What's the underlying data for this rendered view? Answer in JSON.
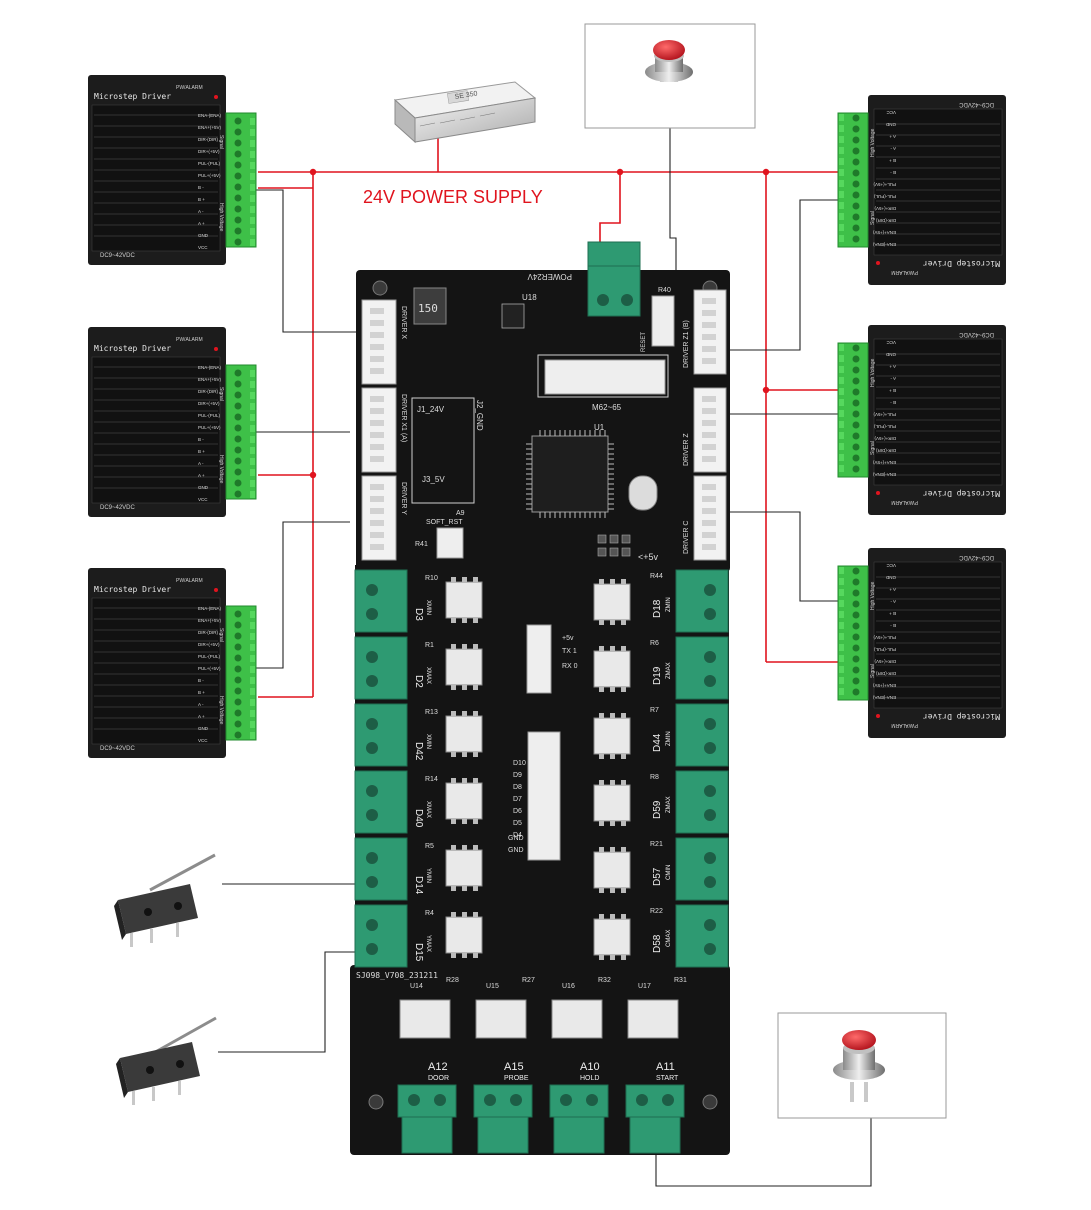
{
  "power_label": "24V POWER SUPPLY",
  "psu_text": "SE 350",
  "driver_module": {
    "title": "Microstep Driver",
    "alarm": "PW/ALARM",
    "model": "DC9~42VDC",
    "signal_group": "Signal",
    "hv_group": "High Voltage",
    "pins": [
      "ENA-(ENA)",
      "ENA+(+5V)",
      "DIR-(DIR)",
      "DIR+(+5V)",
      "PUL-(PUL)",
      "PUL+(+5V)",
      "B -",
      "B +",
      "A -",
      "A +",
      "GND",
      "VCC"
    ]
  },
  "board": {
    "power_conn": "POWER24V",
    "inductor": "150",
    "chip_u18": "U18",
    "u1": "U1",
    "m_label": "M62~65",
    "j1": "J1_24V",
    "j2": "J2_GND",
    "j3": "J3_5V",
    "soft_rst": "SOFT_RST",
    "a9": "A9",
    "r41": "R41",
    "r40": "R40",
    "reset": "RESET",
    "v5": "<+5v",
    "gnd_label": "GND",
    "tx": "TX 1",
    "rx": "RX 0",
    "plus5": "+5v",
    "d_list": [
      "D10",
      "D9",
      "D8",
      "D7",
      "D6",
      "D5",
      "D4"
    ],
    "gnd_pins": [
      "GND",
      "GND"
    ],
    "version": "SJ098_V708_231211",
    "left_drivers": [
      "DRIVER X",
      "DRIVER X1 (A)",
      "DRIVER Y"
    ],
    "right_drivers": [
      "DRIVER Z1 (B)",
      "DRIVER Z",
      "DRIVER C"
    ],
    "left_limits": [
      {
        "d": "D3",
        "name": "XMIN",
        "r": "R10"
      },
      {
        "d": "D2",
        "name": "XMAX",
        "r": "R1"
      },
      {
        "d": "D42",
        "name": "XMIN",
        "r": "R13"
      },
      {
        "d": "D40",
        "name": "XMAX",
        "r": "R14"
      },
      {
        "d": "D14",
        "name": "YMIN",
        "r": "R5"
      },
      {
        "d": "D15",
        "name": "YMAX",
        "r": "R4"
      }
    ],
    "right_limits": [
      {
        "d": "D18",
        "name": "ZMIN",
        "r": "R44"
      },
      {
        "d": "D19",
        "name": "ZMAX",
        "r": "R6"
      },
      {
        "d": "D44",
        "name": "ZMIN",
        "r": "R7"
      },
      {
        "d": "D59",
        "name": "ZMAX",
        "r": "R8"
      },
      {
        "d": "D57",
        "name": "CMIN",
        "r": "R21"
      },
      {
        "d": "D58",
        "name": "CMAX",
        "r": "R22"
      }
    ],
    "bottom_inputs": [
      {
        "a": "A12",
        "name": "DOOR",
        "u": "U14",
        "r": "R28"
      },
      {
        "a": "A15",
        "name": "PROBE",
        "u": "U15",
        "r": "R27"
      },
      {
        "a": "A10",
        "name": "HOLD",
        "u": "U16",
        "r": "R32"
      },
      {
        "a": "A11",
        "name": "START",
        "u": "U17",
        "r": "R31"
      }
    ]
  },
  "colors": {
    "power_wire": "#e0141e",
    "signal_wire": "#222222",
    "pcb": "#141414",
    "terminal": "#2e9a72",
    "driver_terminal": "#3ec048",
    "button_red": "#d21a22"
  }
}
